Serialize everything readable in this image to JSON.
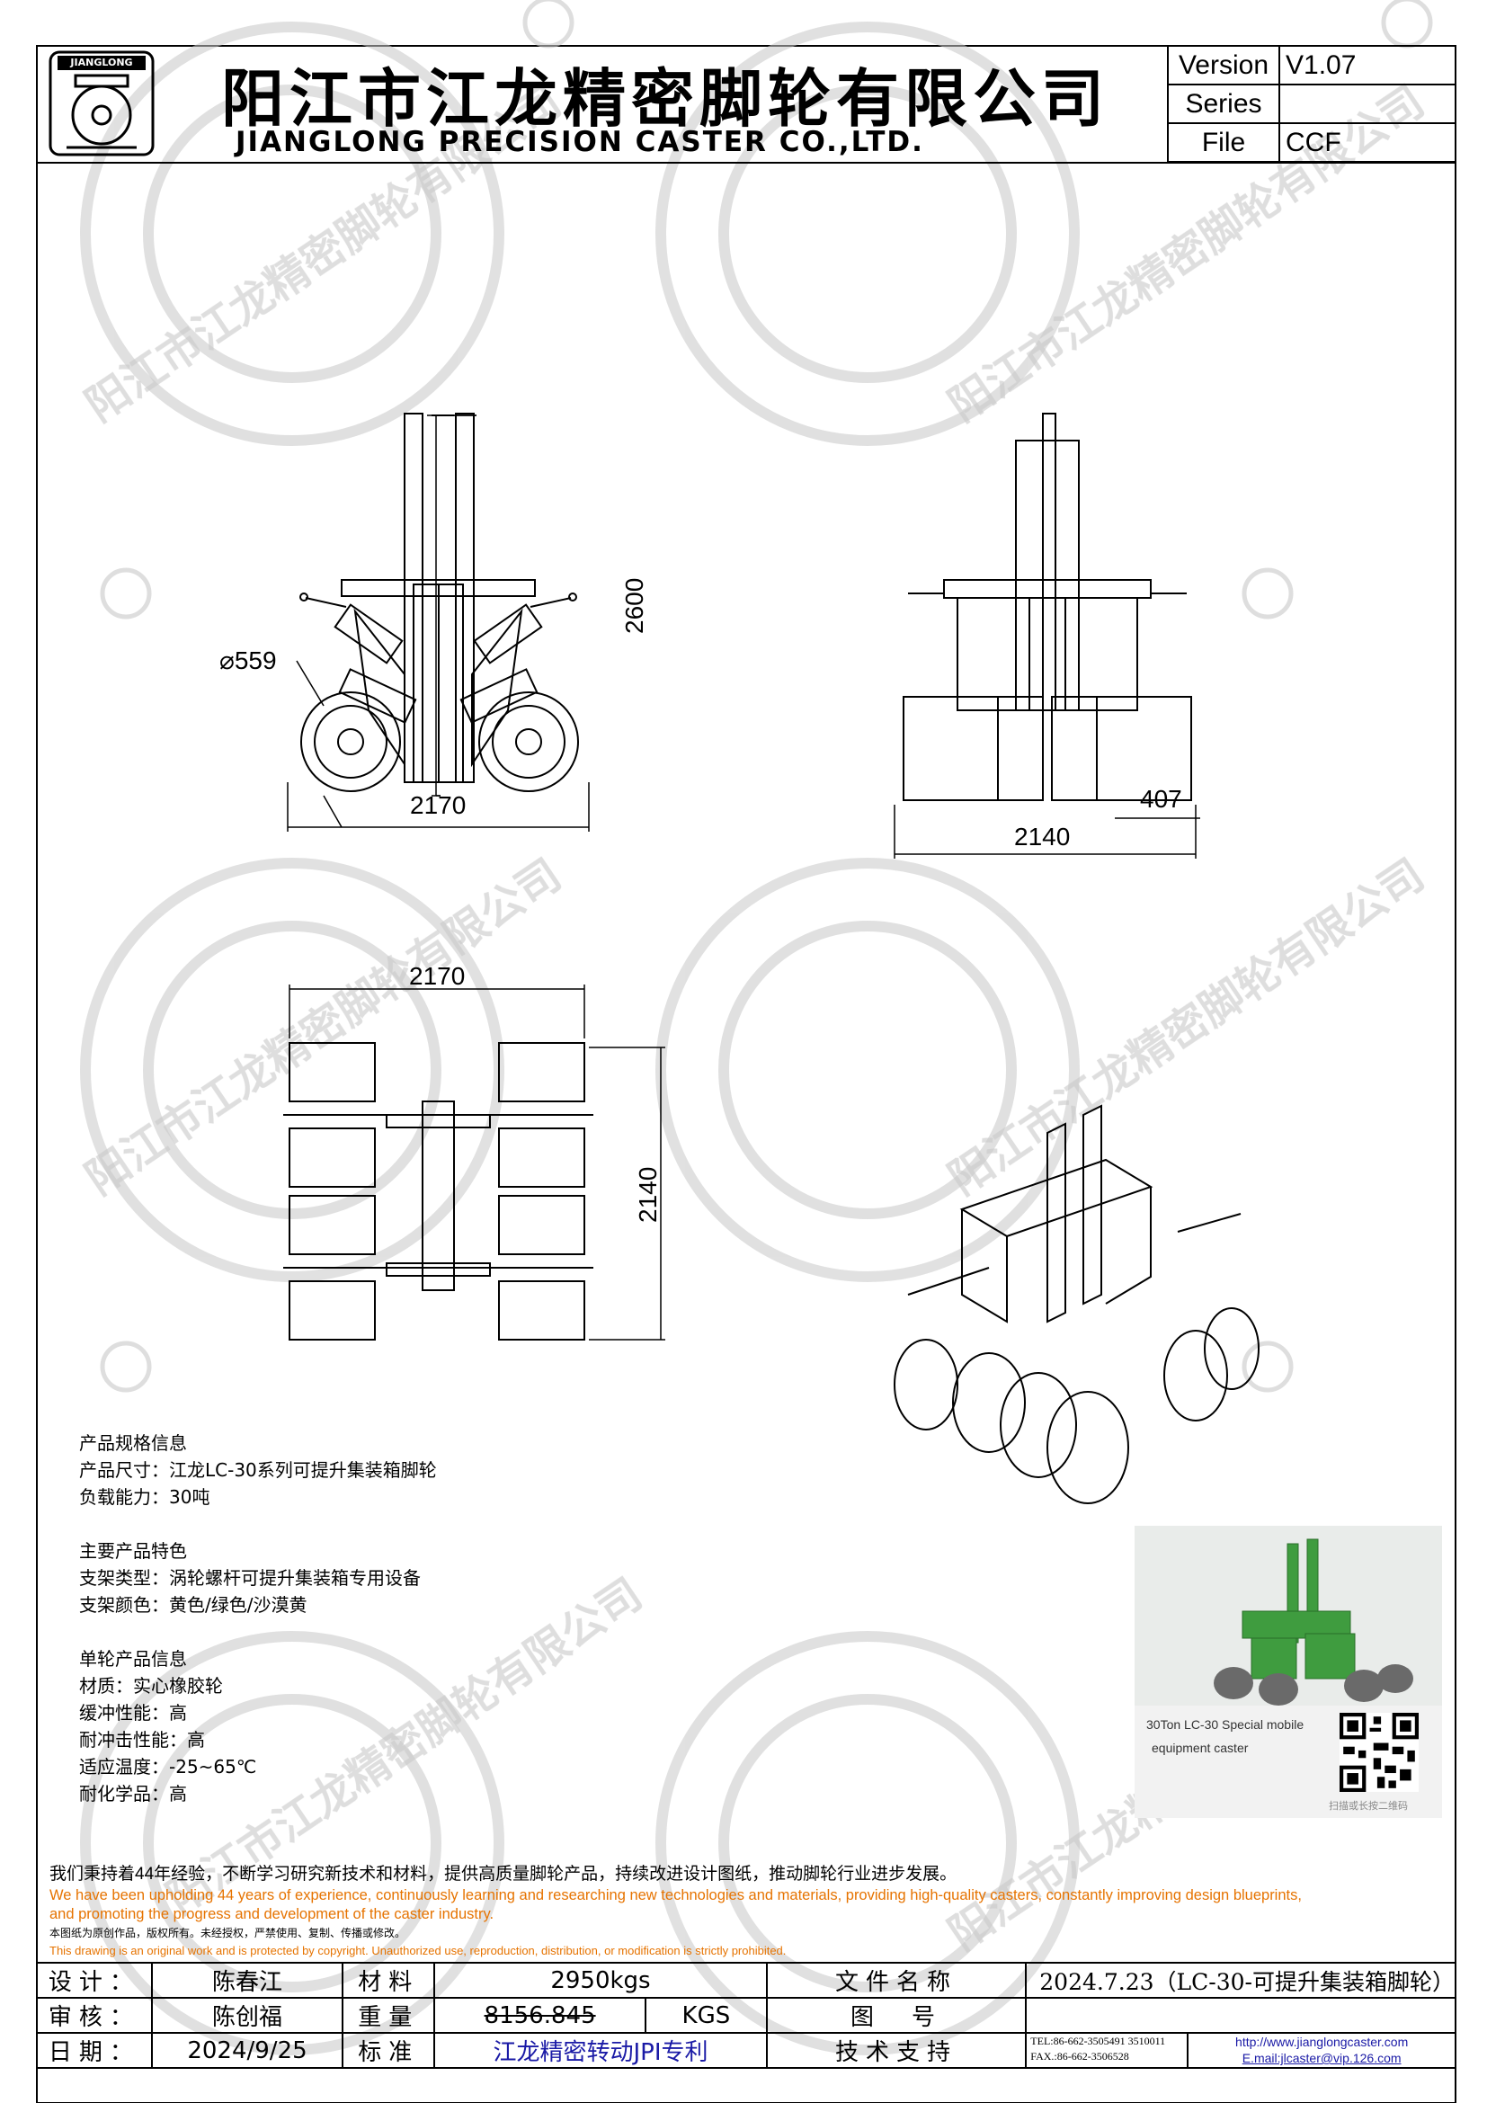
{
  "header": {
    "logo_text": "JIANGLONG",
    "company_cn": "阳江市江龙精密脚轮有限公司",
    "company_en": "JIANGLONG PRECISION CASTER CO.,LTD.",
    "version": [
      {
        "key": "Version",
        "value": "V1.07"
      },
      {
        "key": "Series",
        "value": ""
      },
      {
        "key": "File",
        "value": "CCF"
      }
    ]
  },
  "watermark": "阳江市江龙精密脚轮有限公司",
  "dimensions": {
    "front_height": "2600",
    "front_width": "2170",
    "wheel_diameter": "⌀559",
    "side_width": "2140",
    "side_offset": "407",
    "top_width": "2170",
    "top_depth": "2140"
  },
  "render": {
    "caption_line1": "30Ton LC-30 Special mobile",
    "caption_line2": "equipment caster",
    "qr_caption": "扫描或长按二维码"
  },
  "specs": [
    {
      "title": "产品规格信息",
      "lines": [
        "产品尺寸：江龙LC-30系列可提升集装箱脚轮",
        "负载能力：30吨"
      ]
    },
    {
      "title": "主要产品特色",
      "lines": [
        "支架类型：涡轮螺杆可提升集装箱专用设备",
        "支架颜色：黄色/绿色/沙漠黄"
      ]
    },
    {
      "title": "单轮产品信息",
      "lines": [
        "材质：实心橡胶轮",
        "缓冲性能：高",
        "耐冲击性能：高",
        "适应温度：-25~65℃",
        "耐化学品：高"
      ]
    }
  ],
  "statement": {
    "cn": "我们秉持着44年经验，不断学习研究新技术和材料，提供高质量脚轮产品，持续改进设计图纸，推动脚轮行业进步发展。",
    "en1": "We have been upholding 44 years of experience, continuously learning and researching new technologies and materials, providing high-quality casters, constantly improving design blueprints,",
    "en2": "and promoting the progress and development of the caster industry.",
    "cn_small": "本图纸为原创作品，版权所有。未经授权，严禁使用、复制、传播或修改。",
    "en_small": "This drawing is an original work and is protected by copyright. Unauthorized use, reproduction, distribution, or modification is strictly prohibited."
  },
  "footer": {
    "design_label": "设计：",
    "designer": "陈春江",
    "material_label": "材料",
    "material": "2950kgs",
    "filename_label": "文件名称",
    "filename": "2024.7.23（LC-30-可提升集装箱脚轮）",
    "review_label": "审核：",
    "reviewer": "陈创福",
    "weight_label": "重量",
    "weight": "8156.845",
    "weight_unit": "KGS",
    "figno_label": "图　号",
    "figno": "",
    "date_label": "日期：",
    "date": "2024/9/25",
    "standard_label": "标准",
    "standard": "江龙精密转动JPI专利",
    "support_label": "技术支持",
    "tel": "TEL:86-662-3505491 3510011",
    "fax": "FAX.:86-662-3506528",
    "website": "http://www.jianglongcaster.com",
    "email": "E.mail:jlcaster@vip.126.com"
  }
}
